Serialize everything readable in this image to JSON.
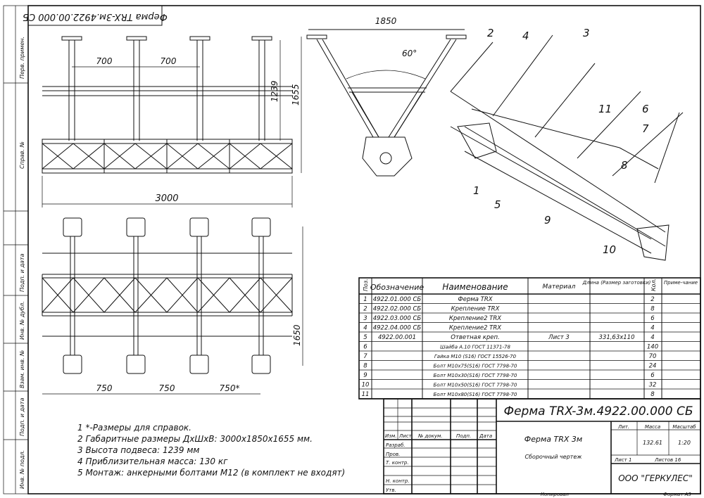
{
  "stamp_top": "Ферма TRX-3м.4922.00.000 СБ",
  "side_labels": [
    "Перв. примен.",
    "Справ. №",
    "Подп. и дата",
    "Инв. № дубл.",
    "Взам. инв. №",
    "Подп. и дата",
    "Инв. № подл."
  ],
  "front_view": {
    "dim_700_a": "700",
    "dim_700_b": "700",
    "dim_1239": "1239",
    "dim_1655": "1655",
    "dim_3000": "3000"
  },
  "side_view": {
    "dim_1850": "1850",
    "angle": "60°"
  },
  "top_view": {
    "dim_750_a": "750",
    "dim_750_b": "750",
    "dim_750_c": "750*",
    "dim_1650": "1650"
  },
  "iso_callouts": [
    "1",
    "2",
    "3",
    "4",
    "5",
    "6",
    "7",
    "8",
    "9",
    "10",
    "11"
  ],
  "notes": [
    "1  *-Размеры для справок.",
    "2  Габаритные размеры ДхШхВ: 3000х1850х1655 мм.",
    "3  Высота подвеса: 1239 мм",
    "4  Приблизительная масса: 130 кг",
    "5  Монтаж: анкерными болтами М12 (в комплект не входят)"
  ],
  "bom": {
    "headers": [
      "Поз.",
      "Обозначение",
      "Наименование",
      "Материал",
      "Длина (Размер заготовки)",
      "Кол.",
      "Приме-чание"
    ],
    "rows": [
      [
        "1",
        "4922.01.000 СБ",
        "Ферма TRX",
        "",
        "",
        "2",
        ""
      ],
      [
        "2",
        "4922.02.000 СБ",
        "Крепление TRX",
        "",
        "",
        "8",
        ""
      ],
      [
        "3",
        "4922.03.000 СБ",
        "Крепление2 TRX",
        "",
        "",
        "6",
        ""
      ],
      [
        "4",
        "4922.04.000 СБ",
        "Крепление2 TRX",
        "",
        "",
        "4",
        ""
      ],
      [
        "5",
        "4922.00.001",
        "Ответная креп.",
        "Лист 3",
        "331,63х110",
        "4",
        ""
      ],
      [
        "6",
        "",
        "Шайба А.10 ГОСТ 11371-78",
        "",
        "",
        "140",
        ""
      ],
      [
        "7",
        "",
        "Гайка М10 (S16) ГОСТ 15526-70",
        "",
        "",
        "70",
        ""
      ],
      [
        "8",
        "",
        "Болт М10х75(S16) ГОСТ 7798-70",
        "",
        "",
        "24",
        ""
      ],
      [
        "9",
        "",
        "Болт М10х30(S16) ГОСТ 7798-70",
        "",
        "",
        "6",
        ""
      ],
      [
        "10",
        "",
        "Болт М10х50(S16) ГОСТ 7798-70",
        "",
        "",
        "32",
        ""
      ],
      [
        "11",
        "",
        "Болт М10х80(S16) ГОСТ 7798-70",
        "",
        "",
        "8",
        ""
      ]
    ]
  },
  "title_block": {
    "designation": "Ферма TRX-3м.4922.00.000 СБ",
    "name": "Ферма TRX 3м",
    "doc_type": "Сборочный чертеж",
    "col_izm": "Изм.",
    "col_list": "Лист",
    "col_doc": "№ докум.",
    "col_sign": "Подп.",
    "col_date": "Дата",
    "role_1": "Разраб.",
    "role_2": "Пров.",
    "role_3": "Т. контр.",
    "role_4": "Н. контр.",
    "role_5": "Утв.",
    "lit": "Лит.",
    "mass_label": "Масса",
    "scale_label": "Масштаб",
    "mass": "132.61",
    "scale": "1:20",
    "sheet": "Лист 1",
    "sheets": "Листов 16",
    "company": "ООО \"ГЕРКУЛЕС\"",
    "copied": "Копировал",
    "format": "Формат А3"
  }
}
